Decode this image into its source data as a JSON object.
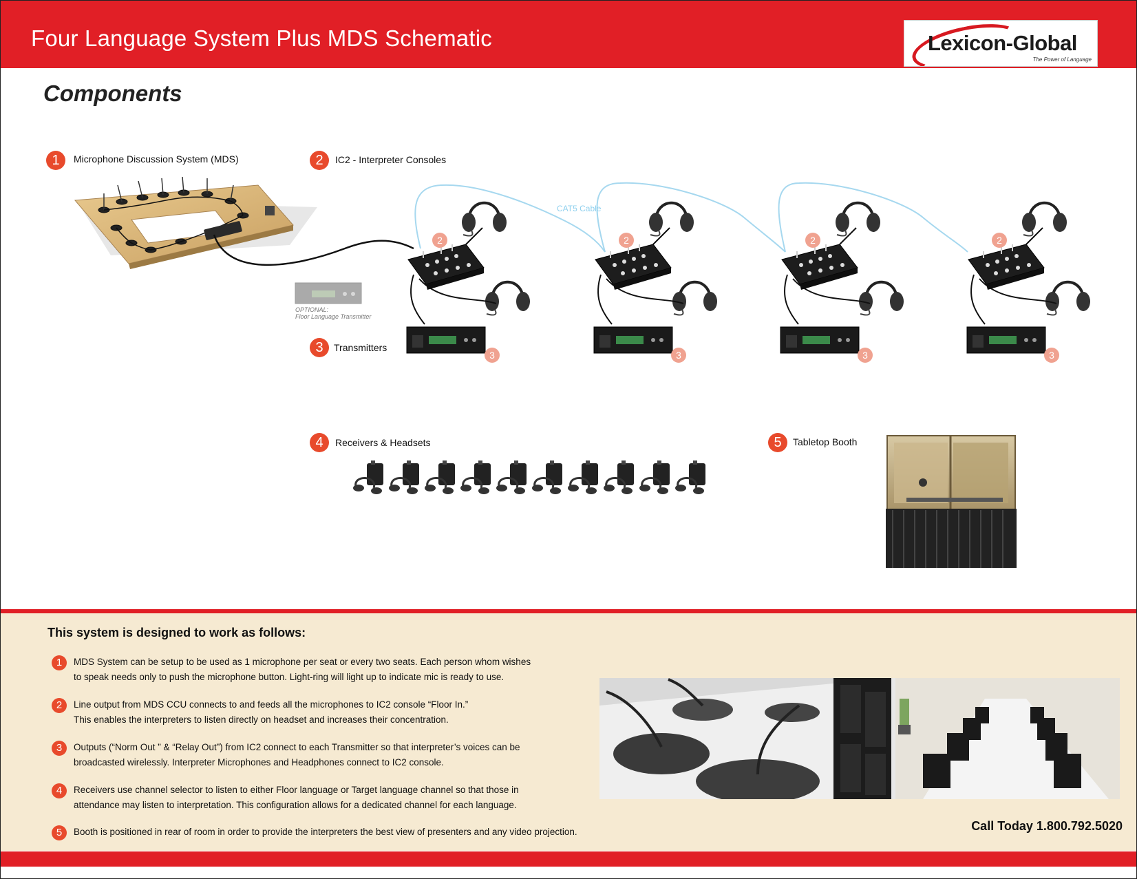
{
  "header": {
    "title": "Four Language System Plus MDS Schematic",
    "logo": {
      "text": "Lexicon-Global",
      "tagline": "The Power of Language"
    }
  },
  "section_title": "Components",
  "components": [
    {
      "number": "1",
      "label": "Microphone Discussion System (MDS)"
    },
    {
      "number": "2",
      "label": "IC2 - Interpreter Consoles"
    },
    {
      "number": "3",
      "label": "Transmitters"
    },
    {
      "number": "4",
      "label": "Receivers & Headsets"
    },
    {
      "number": "5",
      "label": "Tabletop Booth"
    }
  ],
  "diagram": {
    "cable_label": "CAT5 Cable",
    "optional_label_1": "OPTIONAL:",
    "optional_label_2": "Floor Language Transmitter",
    "console_marker": "2",
    "transmitter_marker": "3"
  },
  "colors": {
    "brand_red": "#e11f26",
    "badge_orange": "#e84a2c",
    "badge_light": "#f0a290",
    "cable_blue": "#a6d8ef",
    "panel_beige": "#f6ead2"
  },
  "how_it_works": {
    "title": "This system is designed to work as follows:",
    "steps": [
      {
        "number": "1",
        "lines": [
          "MDS System can be setup to be used as 1 microphone per seat or every two seats. Each person whom wishes",
          "to speak needs only to push the microphone button. Light-ring will light up to indicate mic is ready to use."
        ]
      },
      {
        "number": "2",
        "lines": [
          " Line output from MDS CCU connects to and feeds all the microphones to  IC2 console  “Floor In.”",
          " This enables the interpreters to listen directly on headset and increases their concentration."
        ]
      },
      {
        "number": "3",
        "lines": [
          "Outputs (“Norm Out ” & “Relay Out”) from IC2 connect to each Transmitter so that interpreter’s voices can be",
          "broadcasted wirelessly.  Interpreter Microphones and Headphones connect to IC2 console."
        ]
      },
      {
        "number": "4",
        "lines": [
          "Receivers use channel selector to listen to either Floor language or Target language channel so that those in",
          "attendance may listen to interpretation. This configuration allows for a dedicated channel for each language."
        ]
      },
      {
        "number": "5",
        "lines": [
          "Booth is positioned in rear of room in order to provide the interpreters the best view of presenters and any video projection."
        ]
      }
    ]
  },
  "call_to_action": "Call Today 1.800.792.5020"
}
